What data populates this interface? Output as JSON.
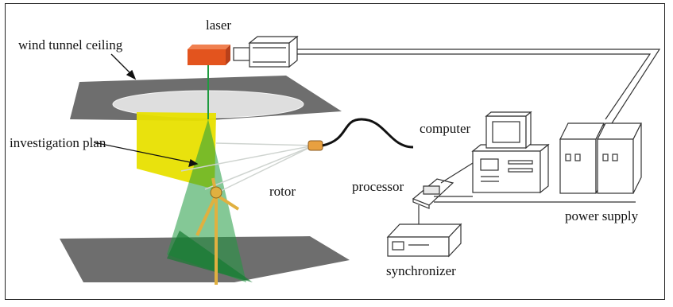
{
  "diagram": {
    "labels": {
      "laser": "laser",
      "ceiling": "wind tunnel ceiling",
      "plane": "investigation plan",
      "rotor": "rotor",
      "computer": "computer",
      "processor": "processor",
      "synchronizer": "synchronizer",
      "power_supply": "power supply"
    },
    "colors": {
      "floor_plate": "#6e6e6e",
      "ceiling_disc": "#d9d9d9",
      "laser_head": "#e3541e",
      "laser_sheet": "#1f9a3f",
      "investigation_plane": "#e8e000",
      "rotor_blade": "#e0b040",
      "cables": "#222222"
    }
  }
}
